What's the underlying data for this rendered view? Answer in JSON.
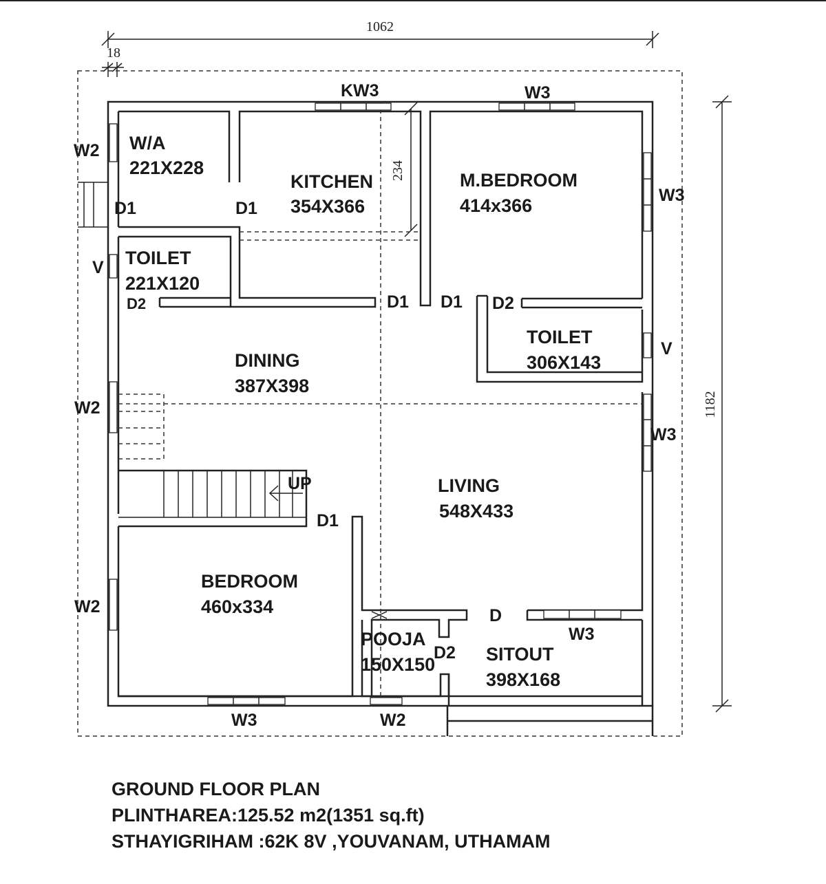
{
  "dimensions": {
    "overall_width": "1062",
    "wall_thickness": "18",
    "overall_depth": "1182",
    "kitchen_depth": "234"
  },
  "rooms": {
    "wa": {
      "name": "W/A",
      "size": "221X228"
    },
    "kitchen": {
      "name": "KITCHEN",
      "size": "354X366"
    },
    "master_bedroom": {
      "name": "M.BEDROOM",
      "size": "414x366"
    },
    "toilet_left": {
      "name": "TOILET",
      "size": "221X120"
    },
    "toilet_right": {
      "name": "TOILET",
      "size": "306X143"
    },
    "dining": {
      "name": "DINING",
      "size": "387X398"
    },
    "living": {
      "name": "LIVING",
      "size": "548X433"
    },
    "bedroom": {
      "name": "BEDROOM",
      "size": "460x334"
    },
    "pooja": {
      "name": "POOJA",
      "size": "150X150"
    },
    "sitout": {
      "name": "SITOUT",
      "size": "398X168"
    }
  },
  "marks": {
    "kw3": "KW3",
    "w3_top": "W3",
    "w2_wa": "W2",
    "w3_mbed": "W3",
    "d1_wa": "D1",
    "d1_kitchen": "D1",
    "v_left": "V",
    "d2_toilet_left": "D2",
    "d1_dining": "D1",
    "d1_mbed": "D1",
    "d2_toilet_right": "D2",
    "v_right": "V",
    "w2_dining": "W2",
    "w3_living": "W3",
    "stair_up": "UP",
    "d1_bedroom": "D1",
    "w2_bedroom": "W2",
    "d_main": "D",
    "w3_sitout": "W3",
    "d2_pooja": "D2",
    "w3_bottom": "W3",
    "w2_bottom": "W2"
  },
  "footer": {
    "title": "GROUND FLOOR PLAN",
    "plinth_area": "PLINTHAREA:125.52 m2(1351 sq.ft)",
    "scheme": "STHAYIGRIHAM :62K 8V ,YOUVANAM, UTHAMAM"
  }
}
